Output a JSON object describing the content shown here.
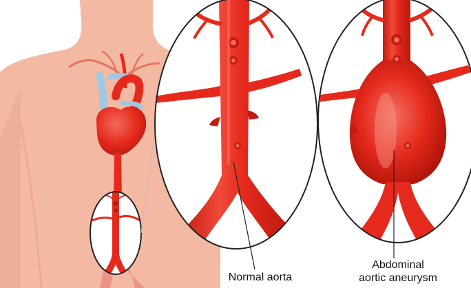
{
  "labels": {
    "normal_aorta": "Normal aorta",
    "aneurysm_line1": "Abdominal",
    "aneurysm_line2": "aortic aneurysm"
  },
  "colors": {
    "background": "#ffffff",
    "skin": "#f3b9a3",
    "skin_shadow": "#e8a58c",
    "artery": "#e52a1d",
    "artery_dark": "#c41a10",
    "artery_light": "#f25c4c",
    "vein": "#9fc9e3",
    "panel_fill": "#ffffff",
    "outline": "#222222"
  }
}
